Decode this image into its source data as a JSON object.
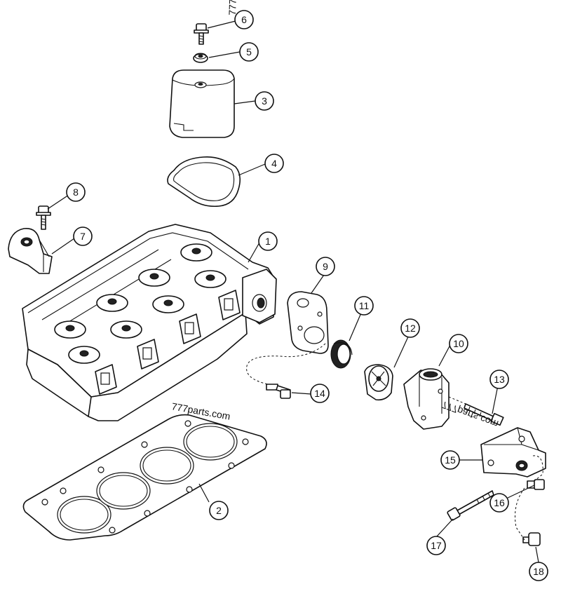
{
  "watermarks": {
    "main": "777parts.com",
    "mirrored": "777parts.com",
    "top_fragment": "777"
  },
  "callouts": [
    {
      "label": "1"
    },
    {
      "label": "2"
    },
    {
      "label": "3"
    },
    {
      "label": "4"
    },
    {
      "label": "5"
    },
    {
      "label": "6"
    },
    {
      "label": "7"
    },
    {
      "label": "8"
    },
    {
      "label": "9"
    },
    {
      "label": "10"
    },
    {
      "label": "11"
    },
    {
      "label": "12"
    },
    {
      "label": "13"
    },
    {
      "label": "14"
    },
    {
      "label": "15"
    },
    {
      "label": "16"
    },
    {
      "label": "17"
    },
    {
      "label": "18"
    }
  ]
}
